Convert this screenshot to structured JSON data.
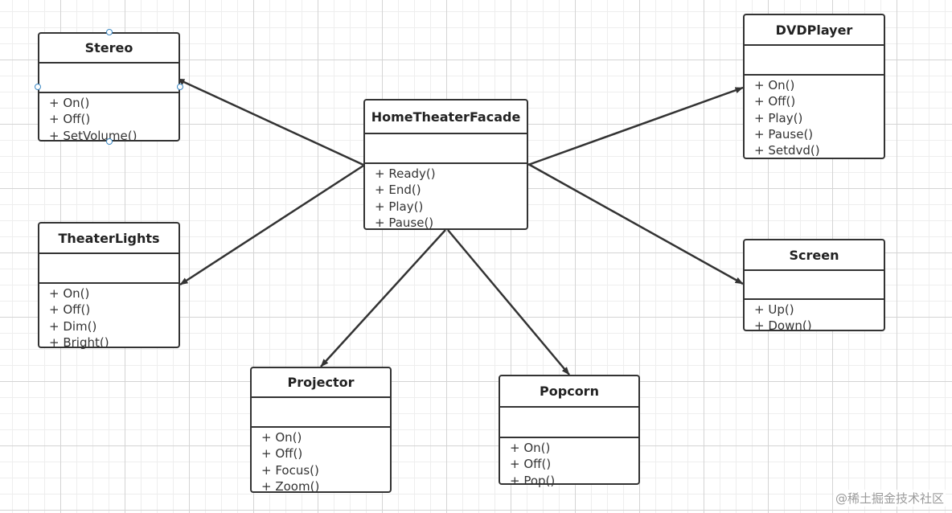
{
  "classes": [
    {
      "id": "stereo",
      "name": "Stereo",
      "methods": [
        "On()",
        "Off()",
        "SetVolume()"
      ]
    },
    {
      "id": "theater-lights",
      "name": "TheaterLights",
      "methods": [
        "On()",
        "Off()",
        "Dim()",
        "Bright()"
      ]
    },
    {
      "id": "home-theater-facade",
      "name": "HomeTheaterFacade",
      "methods": [
        "Ready()",
        "End()",
        "Play()",
        "Pause()"
      ]
    },
    {
      "id": "dvd-player",
      "name": "DVDPlayer",
      "methods": [
        "On()",
        "Off()",
        "Play()",
        "Pause()",
        "Setdvd()"
      ]
    },
    {
      "id": "screen",
      "name": "Screen",
      "methods": [
        "Up()",
        "Down()"
      ]
    },
    {
      "id": "projector",
      "name": "Projector",
      "methods": [
        "On()",
        "Off()",
        "Focus()",
        "Zoom()"
      ]
    },
    {
      "id": "popcorn",
      "name": "Popcorn",
      "methods": [
        "On()",
        "Off()",
        "Pop()"
      ]
    }
  ],
  "associations": [
    {
      "from": "home-theater-facade",
      "to": "stereo"
    },
    {
      "from": "home-theater-facade",
      "to": "theater-lights"
    },
    {
      "from": "home-theater-facade",
      "to": "dvd-player"
    },
    {
      "from": "home-theater-facade",
      "to": "screen"
    },
    {
      "from": "home-theater-facade",
      "to": "projector"
    },
    {
      "from": "home-theater-facade",
      "to": "popcorn"
    }
  ],
  "selected_class": "stereo",
  "colors": {
    "stroke": "#333333",
    "selection_handle": "#3b88c4"
  },
  "watermark": "@稀土掘金技术社区"
}
